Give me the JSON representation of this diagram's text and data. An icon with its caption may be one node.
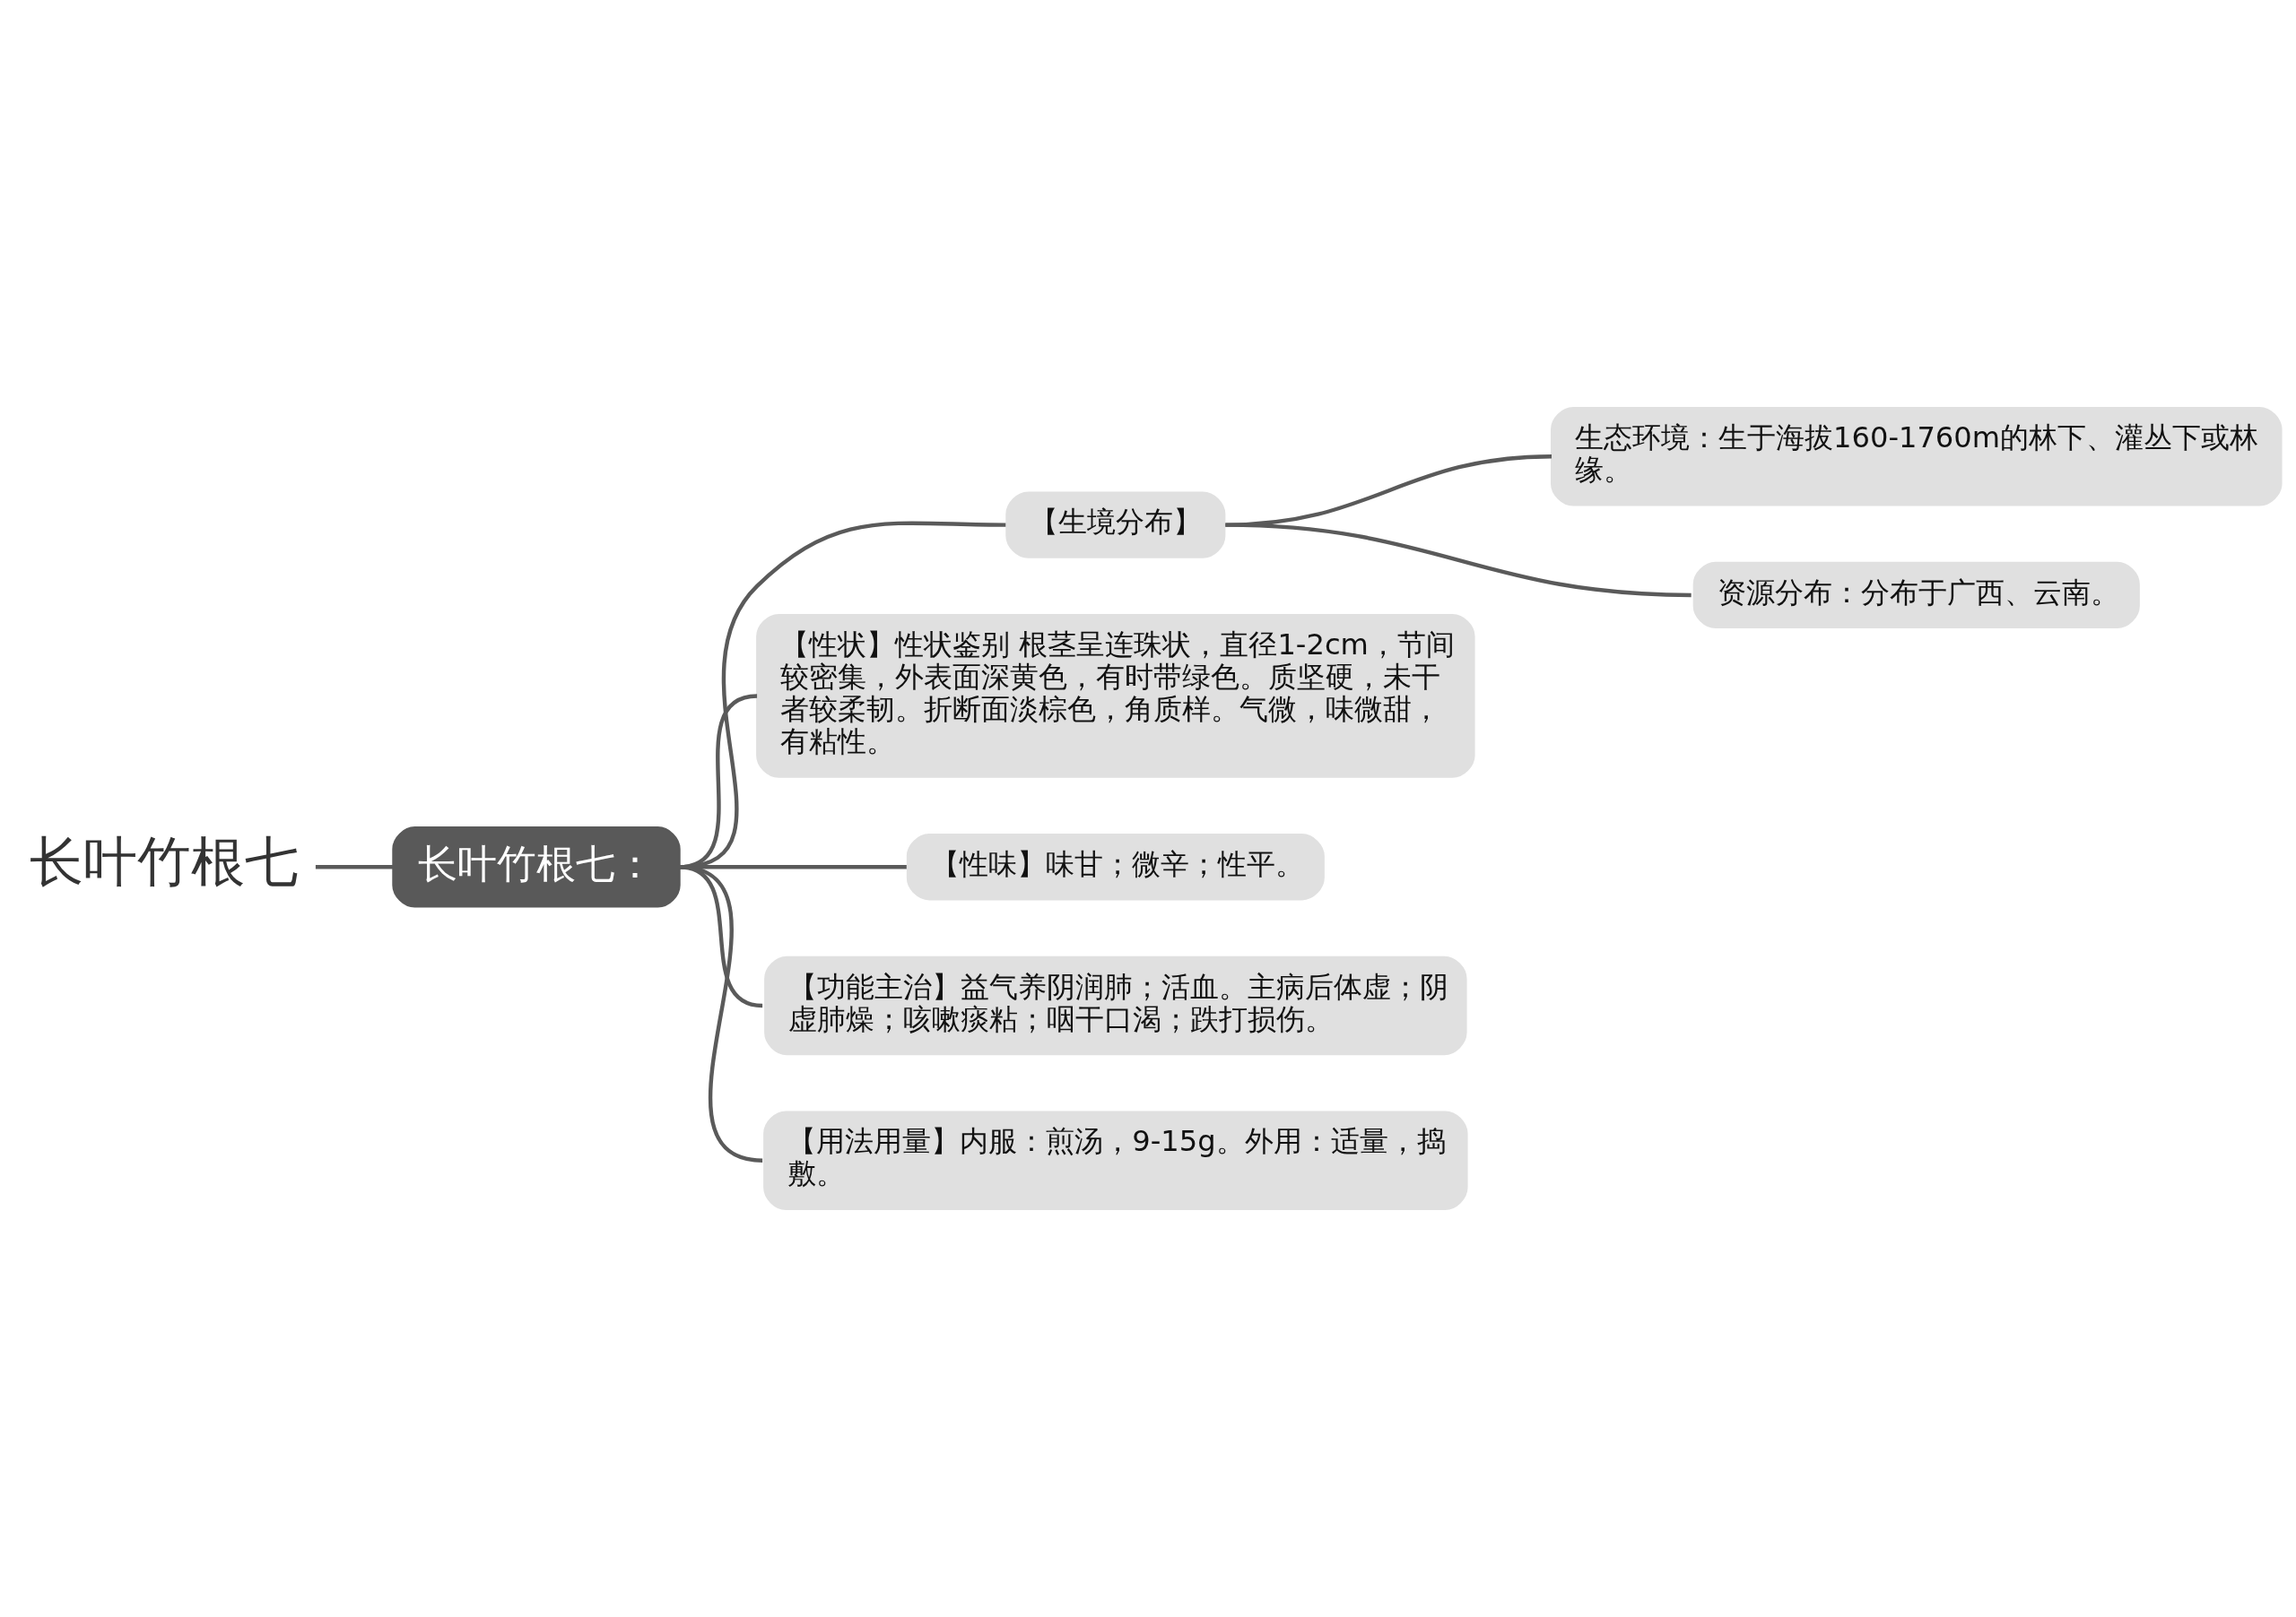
{
  "diagram": {
    "nodes": [
      {
        "text": [
          "长叶竹根七"
        ]
      },
      {
        "text": [
          "长叶竹根七："
        ]
      },
      {
        "text": [
          "【生境分布】"
        ]
      },
      {
        "text": [
          "生态环境：生于海拔160-1760m的林下、灌丛下或林缘。"
        ]
      },
      {
        "text": [
          "资源分布：分布于广西、云南。"
        ]
      },
      {
        "text": [
          "【性状】性状鉴别 根茎呈连珠状，直径1-2cm，节间较密集，外表面深黄色，有时带绿色。质坚硬，未干者较柔韧。折断面淡棕色，角质样。气微，味微甜，有粘性。"
        ]
      },
      {
        "text": [
          "【性味】味甘；微辛；性平。"
        ]
      },
      {
        "text": [
          "【功能主治】益气养阴润肺；活血。主病后体虚；阴虚肺燥；咳嗽痰粘；咽干口渴；跌打损伤。"
        ]
      },
      {
        "text": [
          "【用法用量】内服：煎汤，9-15g。外用：适量，捣敷。"
        ]
      }
    ],
    "edges": [
      {
        "from": 0,
        "to": 1,
        "arrow": "none"
      },
      {
        "from": 1,
        "to": 2,
        "arrow": "none"
      },
      {
        "from": 2,
        "to": 3,
        "arrow": "none"
      },
      {
        "from": 2,
        "to": 4,
        "arrow": "none"
      },
      {
        "from": 1,
        "to": 5,
        "arrow": "none"
      },
      {
        "from": 1,
        "to": 6,
        "arrow": "none"
      },
      {
        "from": 1,
        "to": 7,
        "arrow": "none"
      },
      {
        "from": 1,
        "to": 8,
        "arrow": "none"
      }
    ]
  }
}
